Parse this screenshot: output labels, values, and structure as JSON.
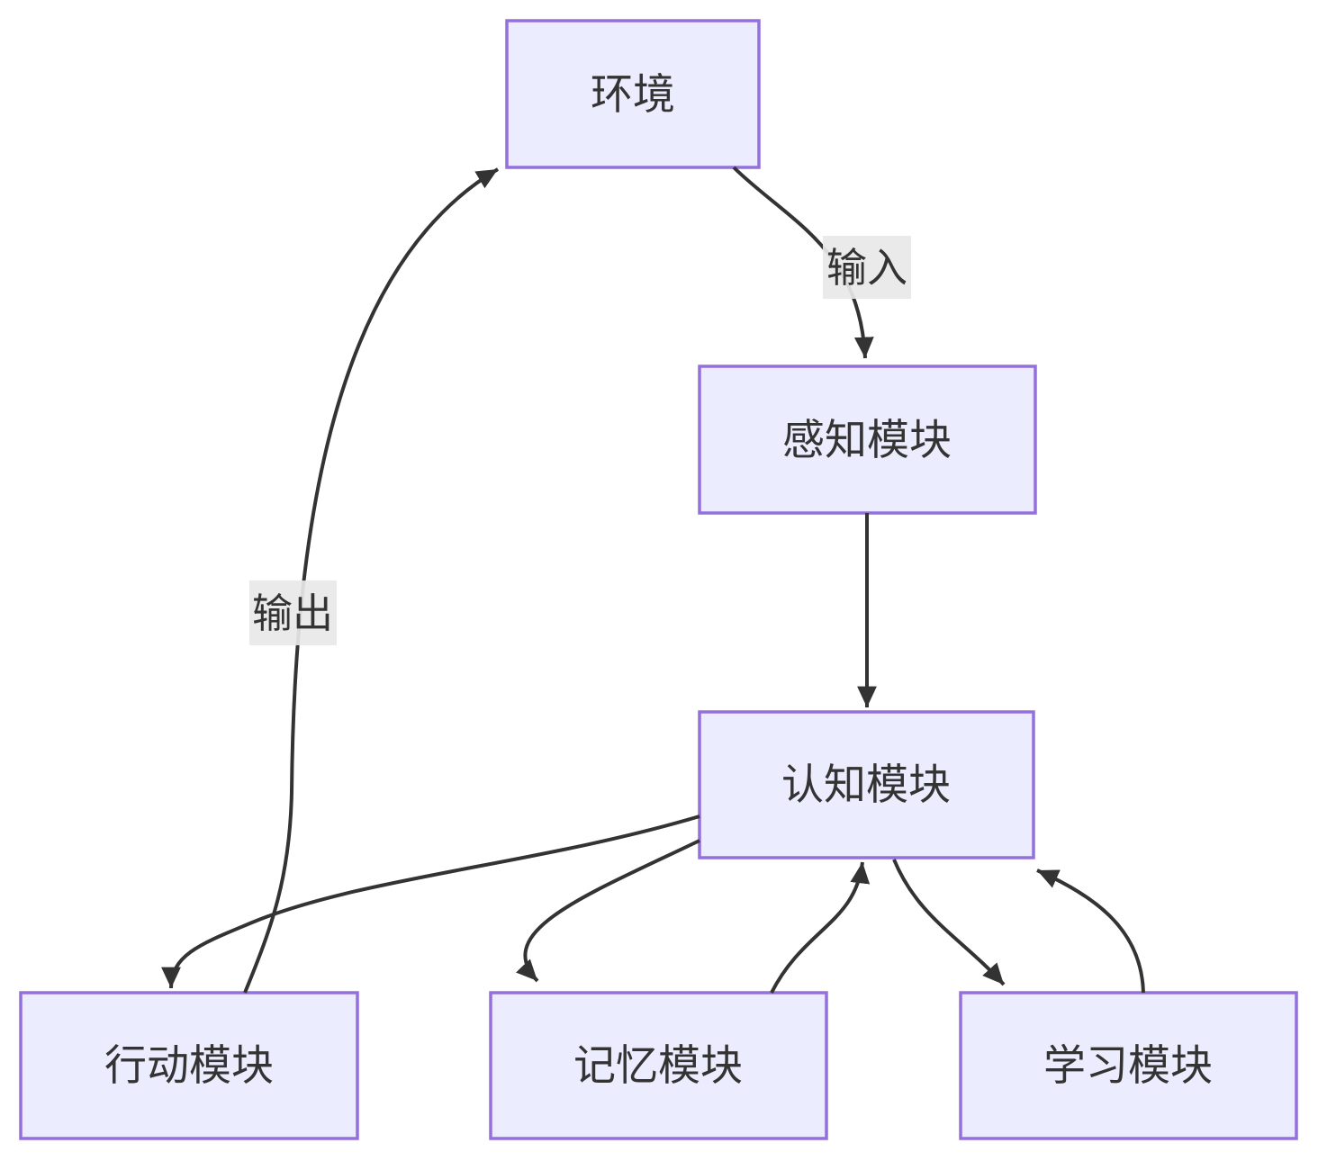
{
  "diagram": {
    "type": "flowchart",
    "direction": "top-down",
    "nodes": {
      "environment": {
        "label": "环境"
      },
      "perception": {
        "label": "感知模块"
      },
      "cognition": {
        "label": "认知模块"
      },
      "action": {
        "label": "行动模块"
      },
      "memory": {
        "label": "记忆模块"
      },
      "learning": {
        "label": "学习模块"
      }
    },
    "edge_labels": {
      "input": "输入",
      "output": "输出"
    },
    "edges": [
      {
        "from": "环境",
        "to": "感知模块",
        "label": "输入"
      },
      {
        "from": "感知模块",
        "to": "认知模块",
        "label": ""
      },
      {
        "from": "认知模块",
        "to": "行动模块",
        "label": ""
      },
      {
        "from": "行动模块",
        "to": "环境",
        "label": "输出"
      },
      {
        "from": "认知模块",
        "to": "记忆模块",
        "label": ""
      },
      {
        "from": "记忆模块",
        "to": "认知模块",
        "label": ""
      },
      {
        "from": "认知模块",
        "to": "学习模块",
        "label": ""
      },
      {
        "from": "学习模块",
        "to": "认知模块",
        "label": ""
      }
    ],
    "colors": {
      "node_fill": "#ECECFF",
      "node_border": "#9370DB",
      "edge": "#333333",
      "text": "#333333",
      "edge_label_bg": "#e8e8e8",
      "background": "#ffffff"
    }
  }
}
